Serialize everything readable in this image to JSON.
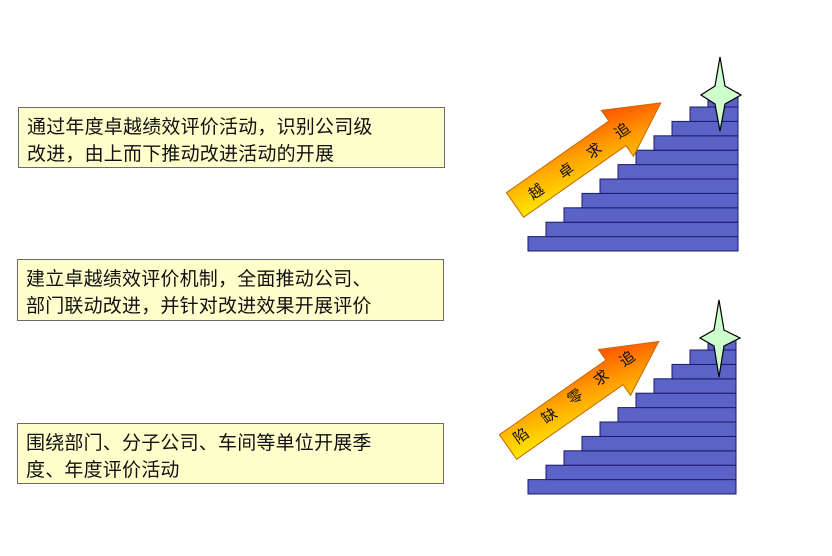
{
  "rows": [
    {
      "text_lines": [
        "通过年度卓越绩效评价活动，识别公司级",
        "改进，由上而下推动改进活动的开展"
      ],
      "arrow_label": [
        "越",
        "卓",
        "求",
        "追"
      ],
      "steps": 11
    },
    {
      "text_lines": [
        "建立卓越绩效评价机制，全面推动公司、",
        "部门联动改进，并针对改进效果开展评价"
      ]
    },
    {
      "text_lines": [
        "围绕部门、分子公司、车间等单位开展季",
        "度、年度评价活动"
      ],
      "arrow_label": [
        "陷",
        "缺",
        "零",
        "求",
        "追"
      ],
      "steps": 11
    }
  ],
  "colors": {
    "box_fill": "#ffffcc",
    "stair_fill": "#5b63c6",
    "stair_stroke": "#1a1a6e",
    "arrow_start": "#ffff00",
    "arrow_mid": "#ff9900",
    "arrow_end": "#ff3300",
    "star_fill": "#ccffcc"
  }
}
